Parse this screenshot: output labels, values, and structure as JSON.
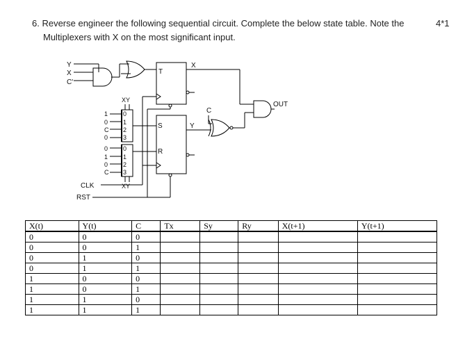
{
  "question": {
    "line1": "6. Reverse engineer the following sequential circuit. Complete the below state table. Note the",
    "line2": "Multiplexers with X on the most significant input.",
    "points": "4*1"
  },
  "circuit": {
    "and_inputs": [
      "Y",
      "X",
      "C'"
    ],
    "flipflop_top": {
      "input": "T",
      "output": "X"
    },
    "flipflop_bottom": {
      "inputs": [
        "S",
        "R"
      ],
      "output": "Y"
    },
    "mux_top": {
      "select_label": "XY",
      "inputs": [
        "1",
        "0",
        "C",
        "0"
      ],
      "indices": [
        "0",
        "1",
        "2",
        "3"
      ]
    },
    "mux_bottom": {
      "select_label": "XY",
      "inputs": [
        "0",
        "1",
        "0",
        "C"
      ],
      "indices": [
        "0",
        "1",
        "2",
        "3"
      ]
    },
    "xor_input": "C",
    "output": "OUT",
    "clock": "CLK",
    "reset": "RST"
  },
  "state_table": {
    "headers": [
      "X(t)",
      "Y(t)",
      "C",
      "Tx",
      "Sy",
      "Ry",
      "X(t+1)",
      "Y(t+1)"
    ],
    "rows": [
      [
        "0",
        "0",
        "0",
        "",
        "",
        "",
        "",
        ""
      ],
      [
        "0",
        "0",
        "1",
        "",
        "",
        "",
        "",
        ""
      ],
      [
        "0",
        "1",
        "0",
        "",
        "",
        "",
        "",
        ""
      ],
      [
        "0",
        "1",
        "1",
        "",
        "",
        "",
        "",
        ""
      ],
      [
        "1",
        "0",
        "0",
        "",
        "",
        "",
        "",
        ""
      ],
      [
        "1",
        "0",
        "1",
        "",
        "",
        "",
        "",
        ""
      ],
      [
        "1",
        "1",
        "0",
        "",
        "",
        "",
        "",
        ""
      ],
      [
        "1",
        "1",
        "1",
        "",
        "",
        "",
        "",
        ""
      ]
    ]
  }
}
